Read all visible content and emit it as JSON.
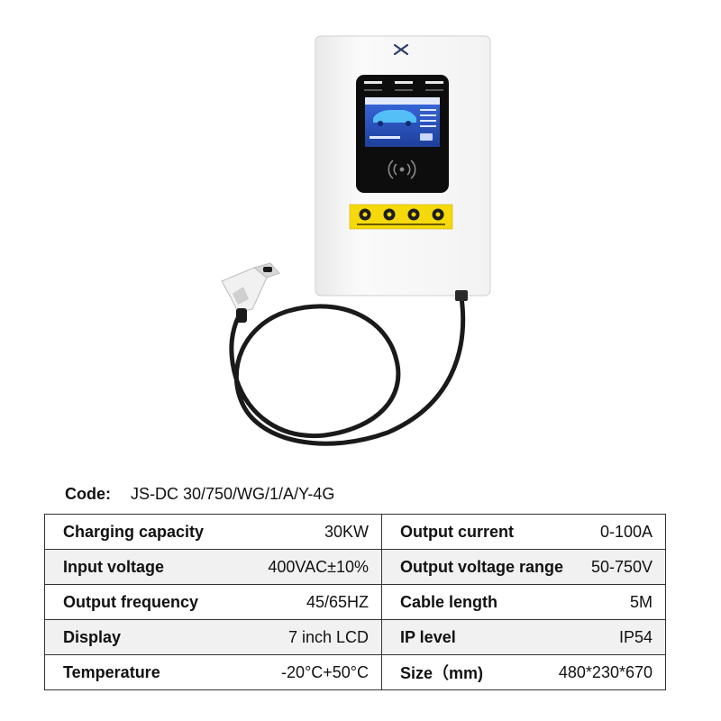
{
  "code": {
    "label": "Code:",
    "value": "JS-DC 30/750/WG/1/A/Y-4G"
  },
  "specs": [
    {
      "left": {
        "key": "Charging capacity",
        "value": "30KW"
      },
      "right": {
        "key": "Output current",
        "value": "0-100A"
      }
    },
    {
      "left": {
        "key": "Input voltage",
        "value": "400VAC±10%"
      },
      "right": {
        "key": "Output voltage range",
        "value": "50-750V"
      }
    },
    {
      "left": {
        "key": "Output frequency",
        "value": "45/65HZ"
      },
      "right": {
        "key": "Cable length",
        "value": "5M"
      }
    },
    {
      "left": {
        "key": "Display",
        "value": "7 inch LCD"
      },
      "right": {
        "key": "IP level",
        "value": "IP54"
      }
    },
    {
      "left": {
        "key": "Temperature",
        "value": "-20°C+50°C"
      },
      "right": {
        "key": "Size（mm)",
        "value": "480*230*670"
      }
    }
  ],
  "colors": {
    "panel": "#f7f7f7",
    "screen_bg": "#0d0d0d",
    "lcd": "#2a56c8",
    "warning_strip": "#f5d90a",
    "cable": "#1a1a1a"
  },
  "icons": [
    "logo-icon",
    "rfid-icon",
    "charger-plug-icon",
    "warning-icon"
  ]
}
